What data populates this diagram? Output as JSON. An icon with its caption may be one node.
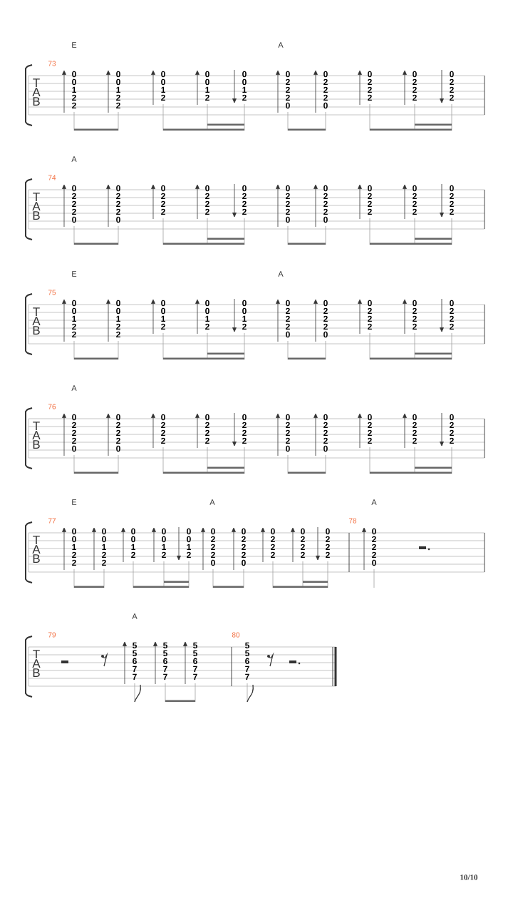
{
  "diagram": {
    "labels": [
      "E",
      "A",
      "73",
      "T A B",
      "0 0 1 2 2",
      "0 0 1 2 2",
      "0 0 1 2",
      "0 0 1 2",
      "0 0 1 2",
      "0 2 2 2 0",
      "0 2 2 2 0",
      "0 2 2 2",
      "0 2 2 2",
      "0 2 2 2",
      "A",
      "74",
      "T A B",
      "0 2 2 2 0",
      "0 2 2 2 0",
      "0 2 2 2",
      "0 2 2 2",
      "0 2 2 2",
      "0 2 2 2 0",
      "0 2 2 2 0",
      "0 2 2 2",
      "0 2 2 2",
      "0 2 2 2",
      "E",
      "A",
      "75",
      "T A B",
      "0 0 1 2 2",
      "0 0 1 2 2",
      "0 0 1 2",
      "0 0 1 2",
      "0 0 1 2",
      "0 2 2 2 0",
      "0 2 2 2 0",
      "0 2 2 2",
      "0 2 2 2",
      "0 2 2 2",
      "A",
      "76",
      "T A B",
      "0 2 2 2 0",
      "0 2 2 2 0",
      "0 2 2 2",
      "0 2 2 2",
      "0 2 2 2",
      "0 2 2 2 0",
      "0 2 2 2 0",
      "0 2 2 2",
      "0 2 2 2",
      "0 2 2 2",
      "E",
      "A",
      "A",
      "77",
      "78",
      "T A B",
      "0 0 1 2 2",
      "0 0 1 2 2",
      "0 0 1 2",
      "0 0 1 2",
      "0 0 1 2",
      "0 2 2 2 0",
      "0 2 2 2 0",
      "0 2 2 2",
      "0 2 2 2",
      "0 2 2 2",
      "0 2 2 2 0",
      "A",
      "79",
      "80",
      "T A B",
      "5 5 6 7 7",
      "5 5 6 7 7",
      "5 5 6 7 7",
      "5 5 6 7 7",
      "10/10"
    ]
  }
}
